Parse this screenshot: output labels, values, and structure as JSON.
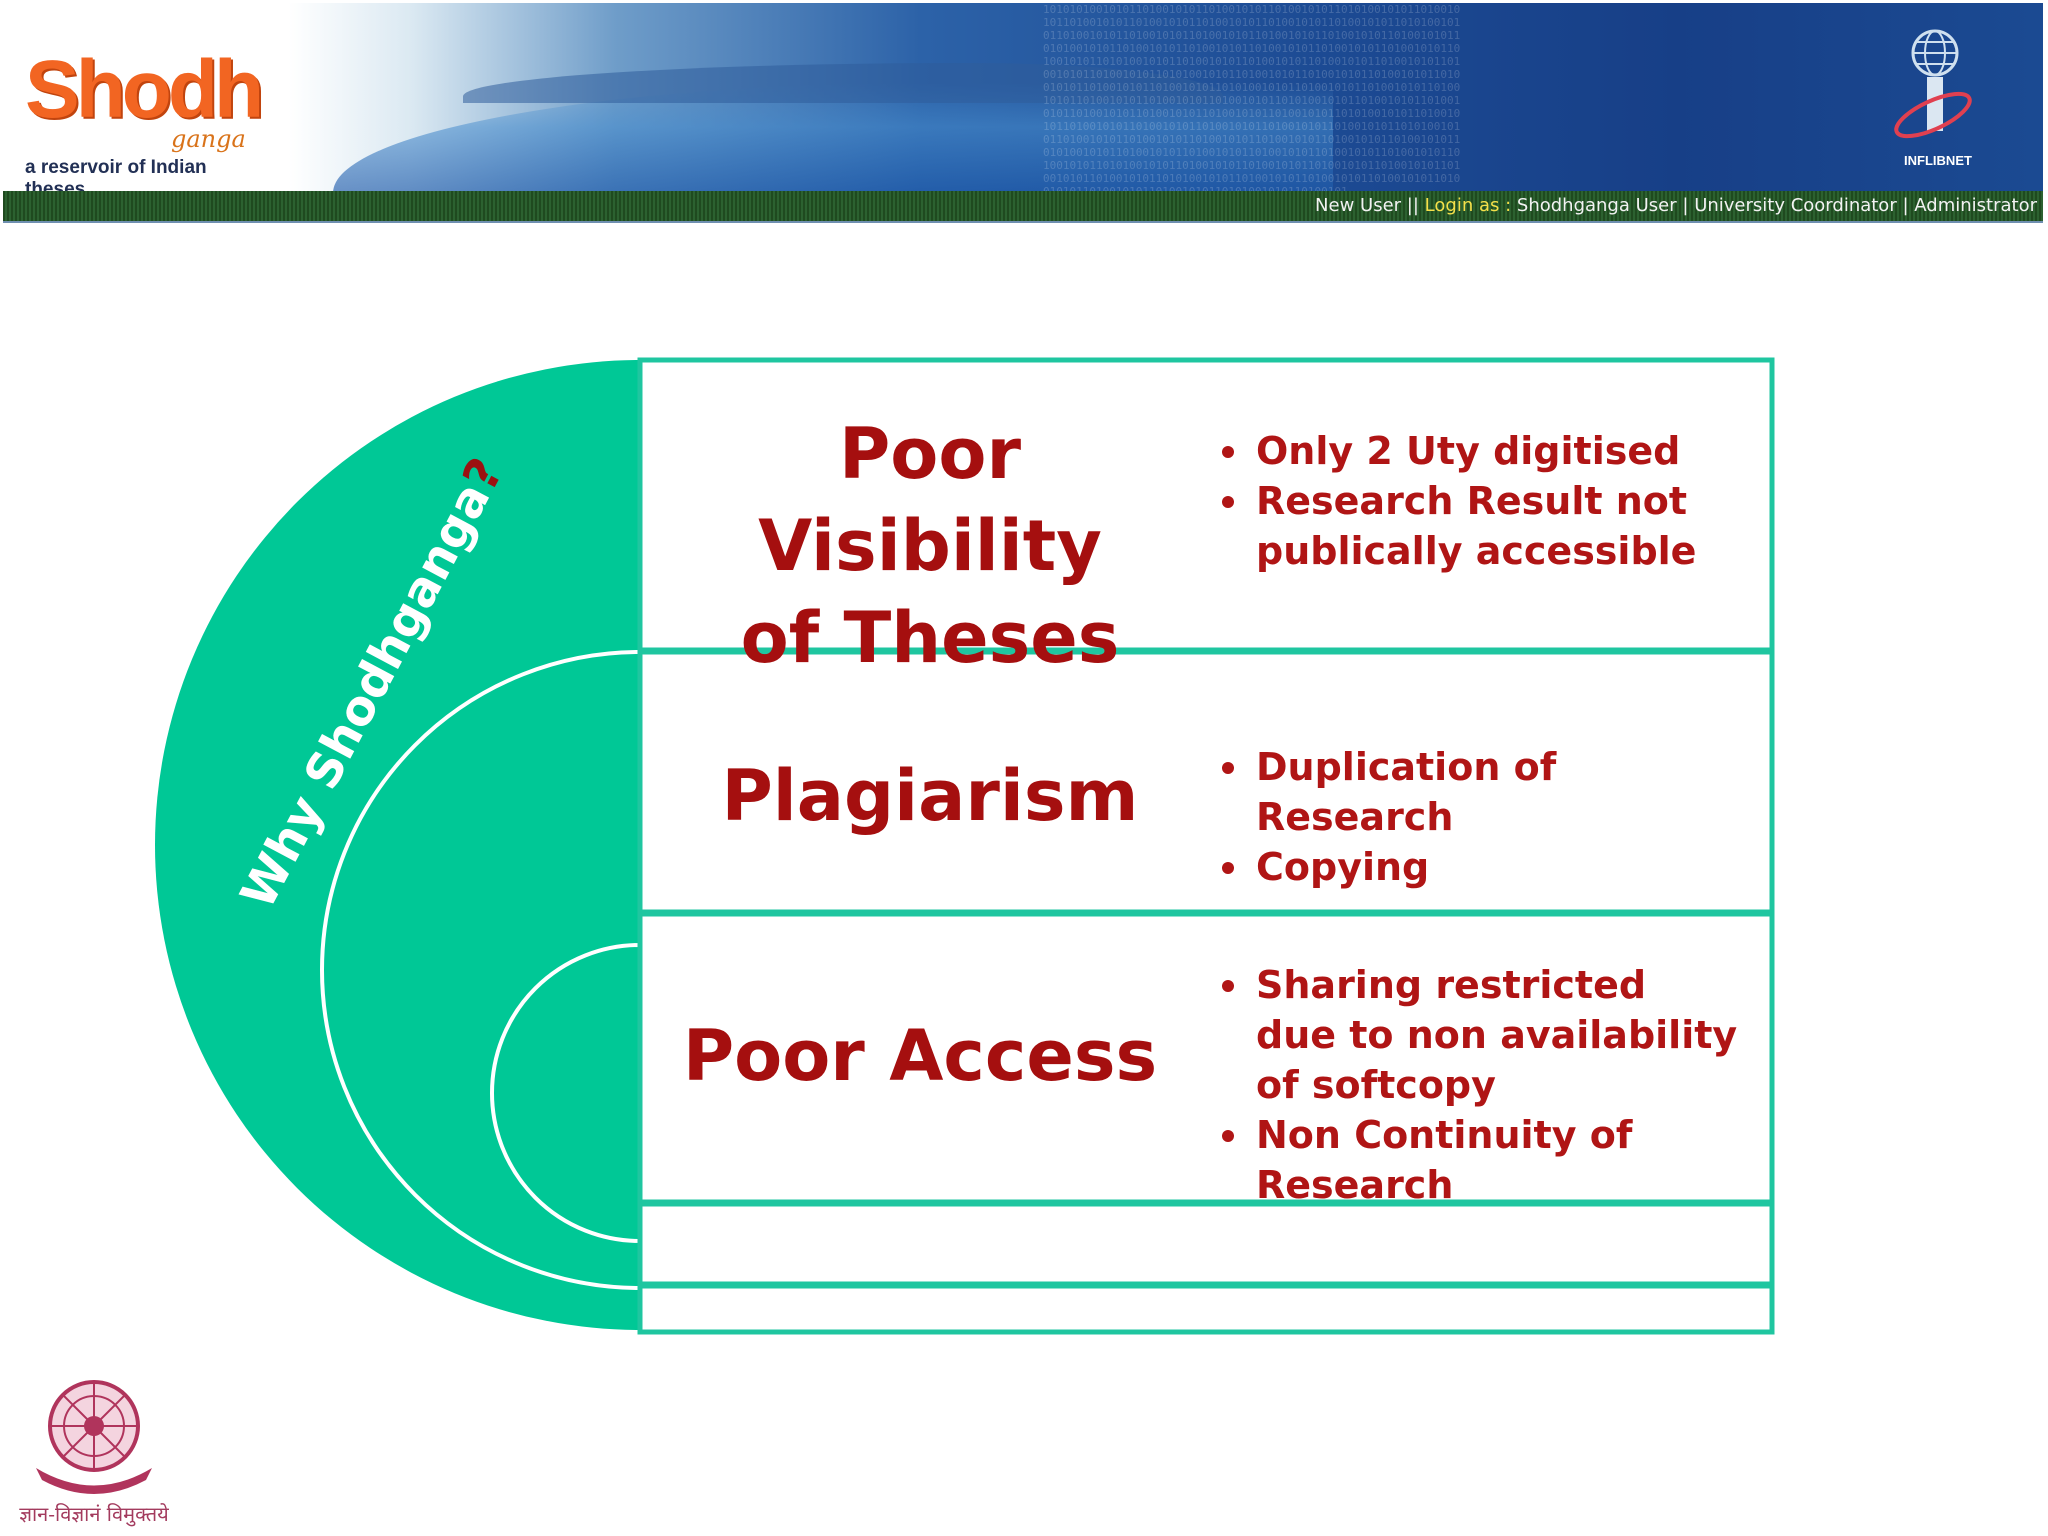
{
  "header": {
    "logo_main": "Shodh",
    "logo_sub": "ganga",
    "logo_tagline": "a reservoir of Indian theses",
    "partner_logo": "INFLIBNET",
    "nav": {
      "new_user": "New User",
      "sep_double": "||",
      "login_prefix": "Login as :",
      "shodhganga_user": "Shodhganga User",
      "sep": "|",
      "university_coordinator": "University Coordinator",
      "administrator": "Administrator"
    }
  },
  "slide": {
    "side_label": "Why Shodhganga",
    "side_label_mark": "?",
    "rows": [
      {
        "title_line1": "Poor Visibility",
        "title_line2": "of Theses",
        "bullets": [
          "Only 2 Uty digitised",
          "Research Result not publically accessible"
        ]
      },
      {
        "title_line1": "Plagiarism",
        "bullets": [
          "Duplication of Research",
          "Copying"
        ]
      },
      {
        "title_line1": "Poor Access",
        "bullets": [
          "Sharing restricted due to non availability of softcopy",
          "Non Continuity of Research"
        ]
      }
    ]
  },
  "footer": {
    "ugc_caption": "ज्ञान-विज्ञानं विमुक्तये"
  },
  "colors": {
    "accent_teal": "#00C896",
    "title_red": "#A50F0F",
    "bullet_red": "#B01515",
    "logo_orange": "#F26522",
    "nav_login_yellow": "#F4E04A"
  },
  "icons": [
    "shodhganga-logo-icon",
    "inflibnet-globe-icon",
    "ugc-emblem-icon",
    "bullet-icon"
  ]
}
